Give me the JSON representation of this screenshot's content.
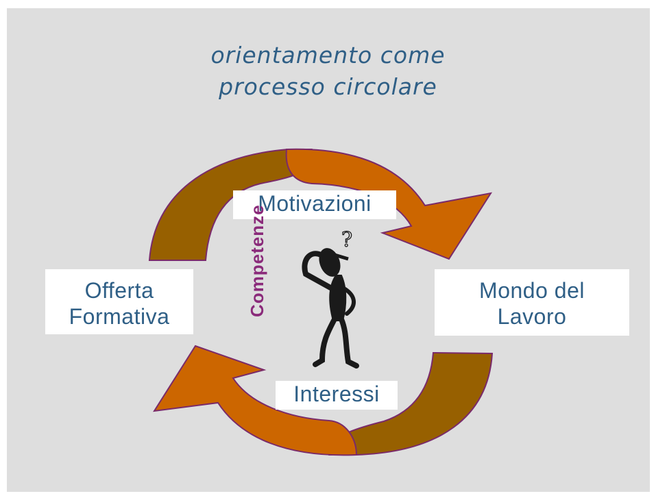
{
  "title": {
    "line1": "orientamento come",
    "line2": "processo circolare"
  },
  "labels": {
    "motivazioni": "Motivazioni",
    "offerta_line1": "Offerta",
    "offerta_line2": "Formativa",
    "mondo_line1": "Mondo del",
    "mondo_line2": "Lavoro",
    "interessi": "Interessi",
    "competenze": "Competenze"
  },
  "figure": {
    "question_mark": "?"
  },
  "colors": {
    "background": "#dedede",
    "title_text": "#2f5f86",
    "label_text": "#2f5f86",
    "arrow_dark": "#976000",
    "arrow_light": "#cc6600",
    "arrow_outline": "#7a2a6a",
    "competenze_text": "#8a2a7a"
  }
}
